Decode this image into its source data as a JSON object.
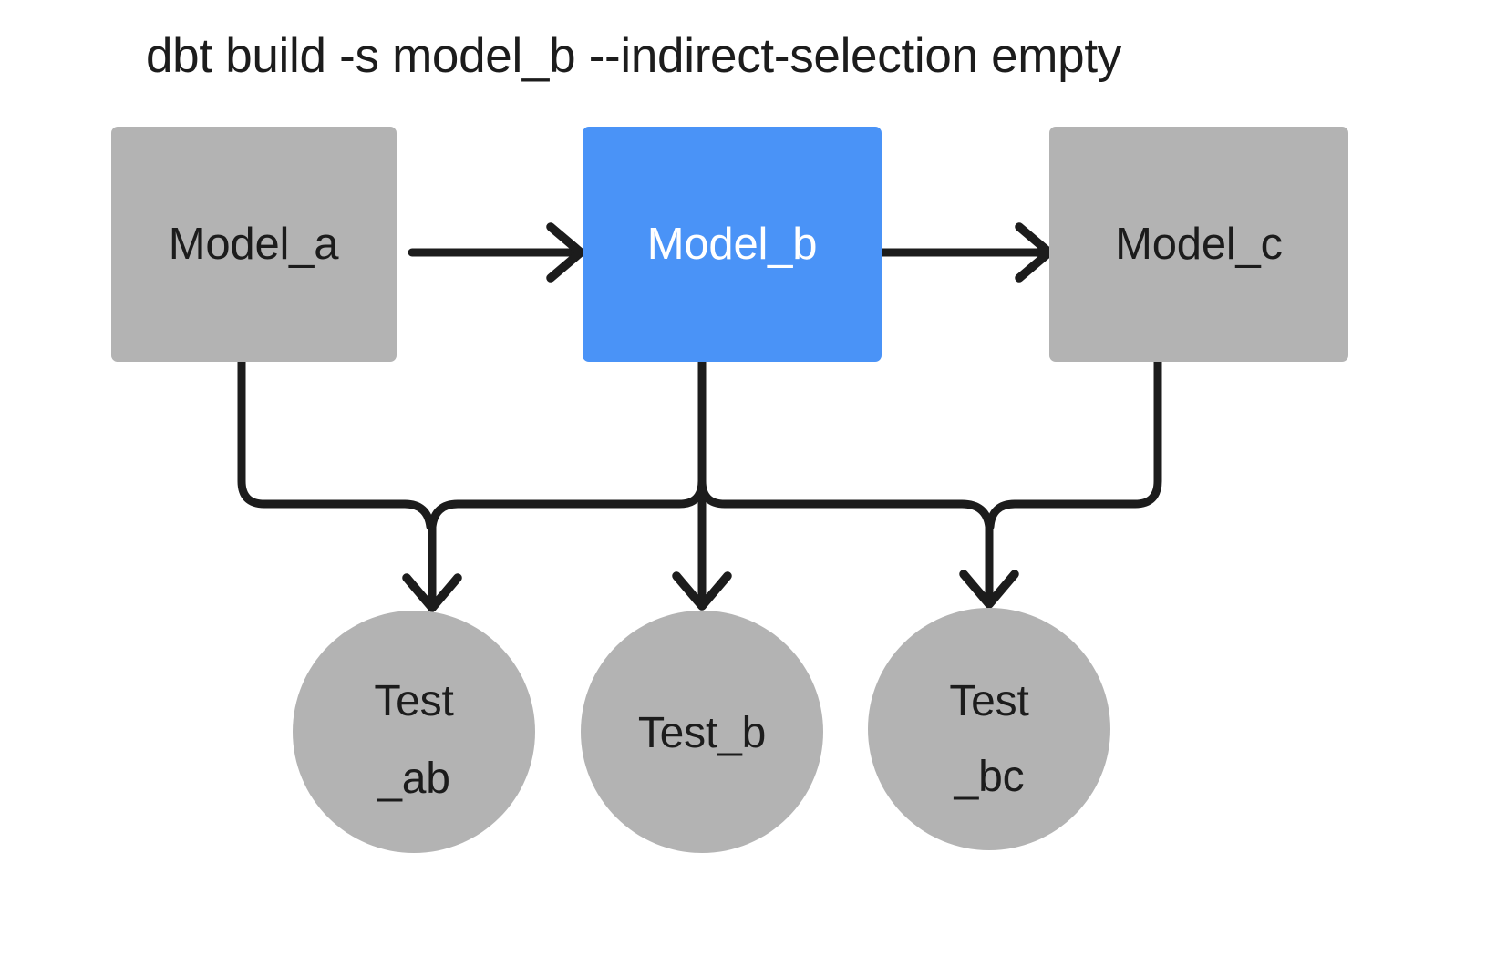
{
  "diagram": {
    "title": "dbt build -s model_b --indirect-selection empty",
    "background_color": "#ffffff",
    "colors": {
      "node_default": "#b3b3b3",
      "node_selected": "#4a93f7",
      "edge": "#1c1c1c",
      "text_dark": "#1c1c1c",
      "text_light": "#ffffff"
    },
    "models": [
      {
        "id": "model_a",
        "label": "Model_a",
        "shape": "rectangle",
        "state": "unselected",
        "fill": "#b3b3b3",
        "text_color": "#1c1c1c"
      },
      {
        "id": "model_b",
        "label": "Model_b",
        "shape": "rectangle",
        "state": "selected",
        "fill": "#4a93f7",
        "text_color": "#ffffff"
      },
      {
        "id": "model_c",
        "label": "Model_c",
        "shape": "rectangle",
        "state": "unselected",
        "fill": "#b3b3b3",
        "text_color": "#1c1c1c"
      }
    ],
    "tests": [
      {
        "id": "test_ab",
        "label_lines": [
          "Test",
          "_ab"
        ],
        "label": "Test_ab",
        "shape": "circle",
        "state": "unselected",
        "fill": "#b3b3b3"
      },
      {
        "id": "test_b",
        "label_lines": [
          "Test_b"
        ],
        "label": "Test_b",
        "shape": "circle",
        "state": "unselected",
        "fill": "#b3b3b3"
      },
      {
        "id": "test_bc",
        "label_lines": [
          "Test",
          "_bc"
        ],
        "label": "Test_bc",
        "shape": "circle",
        "state": "unselected",
        "fill": "#b3b3b3"
      }
    ],
    "edges": [
      {
        "from": "model_a",
        "to": "model_b",
        "style": "straight-arrow"
      },
      {
        "from": "model_b",
        "to": "model_c",
        "style": "straight-arrow"
      },
      {
        "from": "model_a",
        "to": "test_ab",
        "style": "elbow-arrow"
      },
      {
        "from": "model_b",
        "to": "test_ab",
        "style": "elbow-arrow"
      },
      {
        "from": "model_b",
        "to": "test_b",
        "style": "straight-arrow"
      },
      {
        "from": "model_b",
        "to": "test_bc",
        "style": "elbow-arrow"
      },
      {
        "from": "model_c",
        "to": "test_bc",
        "style": "elbow-arrow"
      }
    ]
  }
}
